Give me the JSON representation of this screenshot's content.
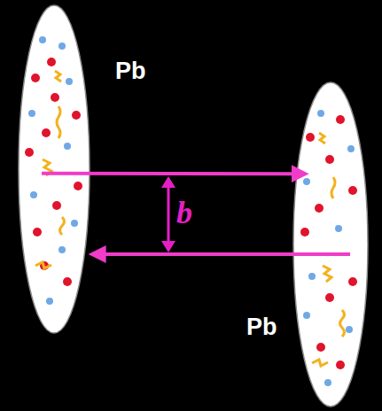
{
  "diagram": {
    "nodes": [
      {
        "text": [
          "Pb"
        ]
      },
      {
        "text": [
          "Pb"
        ]
      }
    ],
    "edges": [
      {
        "from": 0,
        "to": 1,
        "arrow": "to"
      },
      {
        "from": 1,
        "to": 0,
        "arrow": "to"
      }
    ],
    "labels": [
      "b"
    ]
  }
}
